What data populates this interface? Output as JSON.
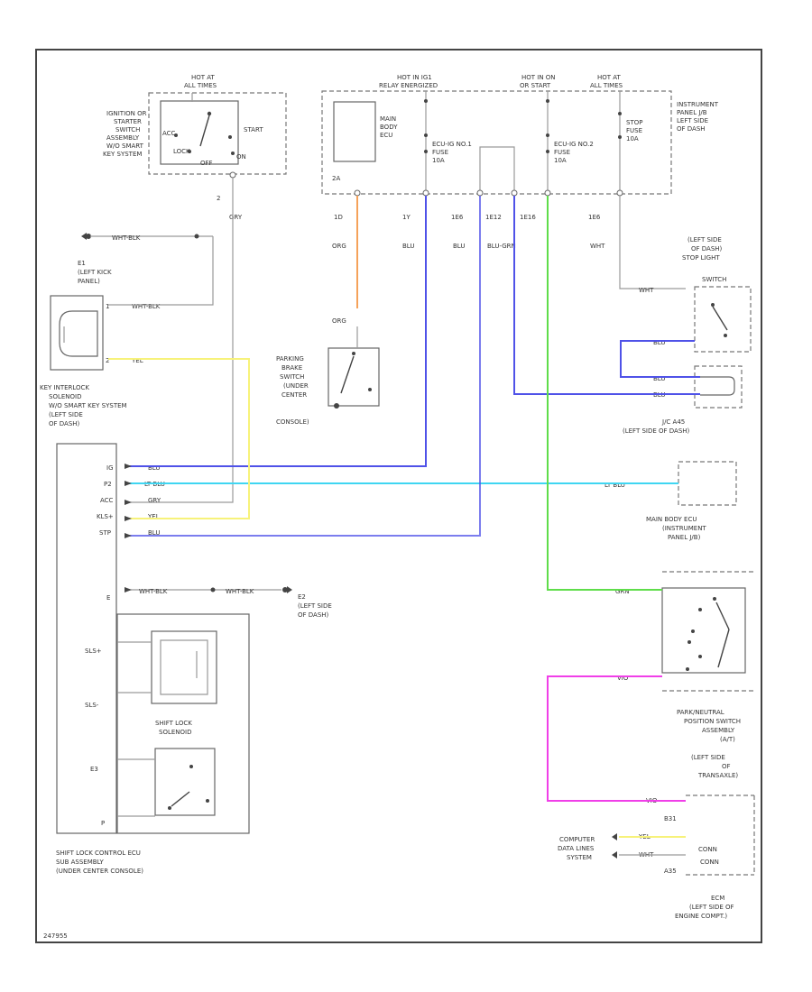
{
  "diagram_id": "247955",
  "colors": {
    "orange": "#f5a25a",
    "blue": "#4f52e8",
    "light_blue": "#3fd6f2",
    "yellow": "#f7f27a",
    "green": "#5fdd4a",
    "pink": "#f03fe8",
    "white": "#9a9a9a",
    "line": "#666666"
  },
  "top": {
    "hot_all_times_1": [
      "HOT AT",
      "ALL TIMES"
    ],
    "hot_relay": [
      "HOT IN IG1",
      "RELAY ENERGIZED"
    ],
    "hot_start": [
      "HOT IN ON",
      "OR START"
    ],
    "hot_all_times_2": [
      "HOT AT",
      "ALL TIMES"
    ]
  },
  "ignition": {
    "label": [
      "IGNITION OR",
      "STARTER",
      "SWITCH",
      "ASSEMBLY",
      "W/O SMART",
      "KEY SYSTEM"
    ],
    "acc": "ACC",
    "lock": "LOCK",
    "off": "OFF",
    "start": "START",
    "on": "ON",
    "pin": "2",
    "wire": "GRY"
  },
  "junction": {
    "main_ecu": [
      "MAIN",
      "BODY",
      "ECU"
    ],
    "pin_2a": "2A",
    "fuse1": [
      "ECU-IG NO.1",
      "FUSE",
      "10A"
    ],
    "fuse2": [
      "ECU-IG NO.2",
      "FUSE",
      "10A"
    ],
    "stop_fuse": [
      "STOP",
      "FUSE",
      "10A"
    ],
    "label": [
      "INSTRUMENT",
      "PANEL J/B",
      "LEFT SIDE",
      "OF DASH"
    ],
    "connectors": [
      "1D",
      "1Y",
      "1E6",
      "1E12",
      "1E16",
      "1E6"
    ],
    "wires": [
      "ORG",
      "BLU",
      "BLU",
      "BLU-GRN",
      "WHT"
    ]
  },
  "ground_e1": {
    "wire": "WHT-BLK",
    "label": [
      "E1",
      "(LEFT KICK",
      "PANEL)"
    ]
  },
  "key_interlock": {
    "wire1": "WHT-BLK",
    "wire2": "YEL",
    "pin1": "1",
    "pin2": "2",
    "label": [
      "KEY INTERLOCK",
      "SOLENOID",
      "W/O SMART KEY SYSTEM",
      "(LEFT SIDE",
      "OF DASH)"
    ]
  },
  "parking_brake": {
    "wire": "ORG",
    "label": [
      "PARKING",
      "BRAKE",
      "SWITCH",
      "(UNDER",
      "CENTER",
      "CONSOLE)"
    ]
  },
  "stop_light": {
    "wire_in": "WHT",
    "label": [
      "(LEFT SIDE",
      "OF DASH)",
      "STOP LIGHT",
      "SWITCH"
    ],
    "wire_a": "BLU",
    "wire_b": "BLU",
    "wire_c": "BLU"
  },
  "jc_label": [
    "J/C A45",
    "(LEFT SIDE OF DASH)"
  ],
  "main_body_ecu": {
    "wire": "LT BLU",
    "label": [
      "MAIN BODY ECU",
      "(INSTRUMENT",
      "PANEL J/B)"
    ]
  },
  "ecu_pins": [
    "IG",
    "P2",
    "ACC",
    "KLS+",
    "STP",
    "",
    "",
    "E"
  ],
  "ecu_wires": [
    "BLU",
    "LT BLU",
    "GRY",
    "YEL",
    "BLU"
  ],
  "ground_e2": {
    "wire1": "WHT-BLK",
    "wire2": "WHT-BLK",
    "label": [
      "E2",
      "(LEFT SIDE",
      "OF DASH)"
    ]
  },
  "shift_lock": {
    "pins": [
      "SLS+",
      "SLS-",
      "E3",
      "P"
    ],
    "solenoid": [
      "SHIFT LOCK",
      "SOLENOID"
    ],
    "label": [
      "SHIFT LOCK CONTROL ECU",
      "SUB ASSEMBLY",
      "(UNDER CENTER CONSOLE)"
    ]
  },
  "park_neutral": {
    "wire_green": "GRN",
    "wire_pink": "VIO",
    "label": [
      "PARK/NEUTRAL",
      "POSITION SWITCH",
      "ASSEMBLY",
      "(A/T)",
      "(LEFT SIDE",
      "OF",
      "TRANSAXLE)"
    ]
  },
  "ecm": {
    "pins": [
      "B31",
      "",
      "A35"
    ],
    "wire_pink": "VIO",
    "wire_yel": "YEL",
    "wire_wht": "WHT",
    "computer": [
      "COMPUTER",
      "DATA LINES",
      "SYSTEM"
    ],
    "conn": [
      "CONN",
      "CONN"
    ],
    "label": [
      "ECM",
      "(LEFT SIDE OF",
      "ENGINE COMPT.)"
    ]
  }
}
